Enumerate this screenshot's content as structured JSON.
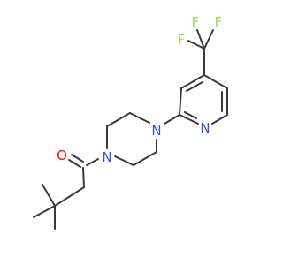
{
  "molecule": {
    "labels": {
      "oxygen": "O",
      "n_amide": "N",
      "n_aryl": "N",
      "n_pyridine": "N",
      "f_top_left": "F",
      "f_top_right": "F",
      "f_left": "F"
    },
    "colors": {
      "bond": "#3a3a3a",
      "oxygen": "#ff0d0d",
      "nitrogen": "#3050f8",
      "fluorine": "#90e050"
    }
  }
}
